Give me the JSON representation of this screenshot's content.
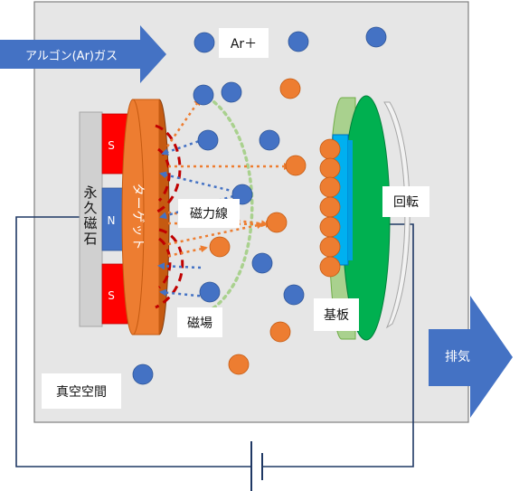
{
  "labels": {
    "argon_gas": "アルゴン(Ar)ガス",
    "ar_ion": "Ar＋",
    "permanent_magnet": "永久磁石",
    "target": "ターゲット",
    "magnetic_field_lines": "磁力線",
    "magnetic_field": "磁場",
    "substrate": "基板",
    "rotation": "回転",
    "exhaust": "排気",
    "vacuum_space": "真空空間",
    "pole_s_top": "S",
    "pole_n": "N",
    "pole_s_bottom": "S"
  },
  "colors": {
    "chamber": "#e6e6e6",
    "arrow_blue": "#4472c4",
    "particle_blue": "#4472c4",
    "particle_orange": "#ed7d31",
    "magnet_gray": "#d0d0d0",
    "pole_red": "#ff0000",
    "pole_blue": "#4472c4",
    "target_orange": "#ed7d31",
    "field_red": "#c00000",
    "field_green": "#a9d18e",
    "substrate_green": "#00b050",
    "substrate_blue": "#00b0f0",
    "circuit": "#1f3864"
  }
}
